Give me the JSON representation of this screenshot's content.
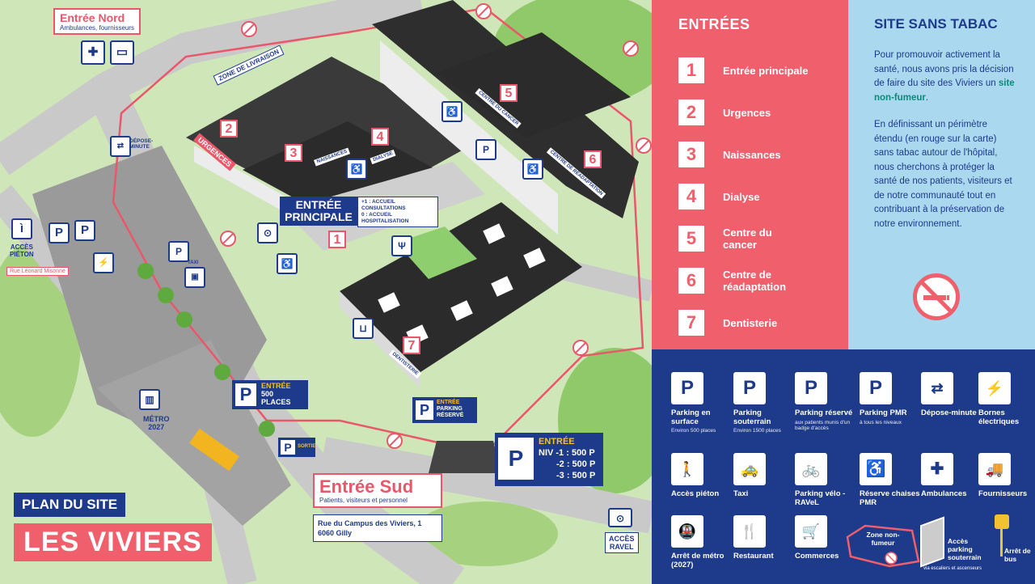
{
  "map": {
    "title_small": "PLAN DU SITE",
    "title_big": "LES VIVIERS",
    "entree_nord": {
      "title": "Entrée Nord",
      "subtitle": "Ambulances, fournisseurs"
    },
    "entree_sud": {
      "title": "Entrée Sud",
      "subtitle": "Patients, visiteurs et personnel"
    },
    "address": {
      "line1": "Rue du Campus des Viviers, 1",
      "line2": "6060 Gilly"
    },
    "entree_principale": {
      "title_line1": "ENTRÉE",
      "title_line2": "PRINCIPALE",
      "floor1_level": "+1 :",
      "floor1_text": "ACCUEIL CONSULTATIONS",
      "floor0_level": "0 :",
      "floor0_text": "ACCUEIL HOSPITALISATION"
    },
    "zone_livraison": "ZONE DE LIVRAISON",
    "acces_pieton": {
      "line1": "ACCÈS",
      "line2": "PIÉTON"
    },
    "rue_leonard": "Rue Léonard Misonne",
    "metro": {
      "line1": "MÉTRO",
      "line2": "2027"
    },
    "acces_ravel": {
      "line1": "ACCÈS",
      "line2": "RAVEL"
    },
    "parking_500": {
      "line1": "ENTRÉE",
      "line2": "500",
      "line3": "PLACES"
    },
    "sortie": "SORTIE",
    "parking_reserve": {
      "line1": "ENTRÉE",
      "line2": "PARKING",
      "line3": "RÉSERVÉ"
    },
    "parking_souterrain": {
      "title": "ENTRÉE",
      "lines": [
        "NIV -1 : 500 P",
        "-2 : 500 P",
        "-3 : 500 P"
      ]
    },
    "depose_minute": {
      "line1": "DÉPOSE-",
      "line2": "MINUTE"
    },
    "taxi": "TAXI",
    "building_labels": {
      "urgences": "URGENCES",
      "naissances": "NAISSANCES",
      "dialyse": "DIALYSE",
      "centre_cancer": "CENTRE DU CANCER",
      "readaptation": "CENTRE DE RÉADAPTATION",
      "dentisterie": "DENTISTERIE"
    },
    "numbers": [
      "1",
      "2",
      "3",
      "4",
      "5",
      "6",
      "7"
    ]
  },
  "entrees": {
    "title": "ENTRÉES",
    "items": [
      {
        "n": "1",
        "label": "Entrée principale"
      },
      {
        "n": "2",
        "label": "Urgences"
      },
      {
        "n": "3",
        "label": "Naissances"
      },
      {
        "n": "4",
        "label": "Dialyse"
      },
      {
        "n": "5",
        "label": "Centre du cancer"
      },
      {
        "n": "6",
        "label": "Centre de réadaptation"
      },
      {
        "n": "7",
        "label": "Dentisterie"
      }
    ]
  },
  "tabac": {
    "title": "SITE SANS TABAC",
    "p1_before": "Pour promouvoir activement la santé, nous avons pris la décision de faire du site des Viviers un ",
    "p1_highlight": "site non-fumeur",
    "p1_after": ".",
    "p2": "En définissant un périmètre étendu (en rouge sur la carte) sans tabac autour de l'hôpital, nous cherchons à protéger la santé de nos patients, visiteurs et de notre communauté tout en contribuant à la préservation de notre environnement."
  },
  "legend": {
    "items": [
      {
        "icon": "parking-surface-icon",
        "glyph": "P",
        "name": "Parking en surface",
        "sub": "Environ 500 places"
      },
      {
        "icon": "parking-underground-icon",
        "glyph": "P",
        "name": "Parking souterrain",
        "sub": "Environ 1500 places"
      },
      {
        "icon": "parking-reserved-icon",
        "glyph": "P",
        "name": "Parking réservé",
        "sub": "aux patients munis d'un badge d'accès"
      },
      {
        "icon": "parking-pmr-icon",
        "glyph": "P",
        "name": "Parking PMR",
        "sub": "à tous les niveaux"
      },
      {
        "icon": "drop-off-icon",
        "glyph": "⇄",
        "name": "Dépose-minute",
        "sub": ""
      },
      {
        "icon": "ev-charging-icon",
        "glyph": "⚡",
        "name": "Bornes électriques",
        "sub": ""
      },
      {
        "icon": "pedestrian-icon",
        "glyph": "🚶",
        "name": "Accès piéton",
        "sub": ""
      },
      {
        "icon": "taxi-icon",
        "glyph": "🚕",
        "name": "Taxi",
        "sub": ""
      },
      {
        "icon": "bicycle-icon",
        "glyph": "🚲",
        "name": "Parking vélo - RAVeL",
        "sub": ""
      },
      {
        "icon": "wheelchair-icon",
        "glyph": "♿",
        "name": "Réserve chaises PMR",
        "sub": ""
      },
      {
        "icon": "ambulance-icon",
        "glyph": "✚",
        "name": "Ambulances",
        "sub": ""
      },
      {
        "icon": "truck-icon",
        "glyph": "🚚",
        "name": "Fournisseurs",
        "sub": ""
      },
      {
        "icon": "metro-icon",
        "glyph": "🚇",
        "name": "Arrêt de métro (2027)",
        "sub": ""
      },
      {
        "icon": "restaurant-icon",
        "glyph": "🍴",
        "name": "Restaurant",
        "sub": ""
      },
      {
        "icon": "shopping-cart-icon",
        "glyph": "🛒",
        "name": "Commerces",
        "sub": ""
      }
    ],
    "zone_non_fumeur": "Zone non-fumeur",
    "acces_parking_souterrain": "Accès parking souterrain",
    "acces_parking_sub": "via escaliers et ascenseurs",
    "arret_bus": "Arrêt de bus"
  },
  "colors": {
    "navy": "#1e3a8a",
    "coral": "#ef5f6c",
    "light_blue": "#a9d8ef",
    "grass": "#cfe6b9",
    "building_dark": "#2b2b2b"
  }
}
